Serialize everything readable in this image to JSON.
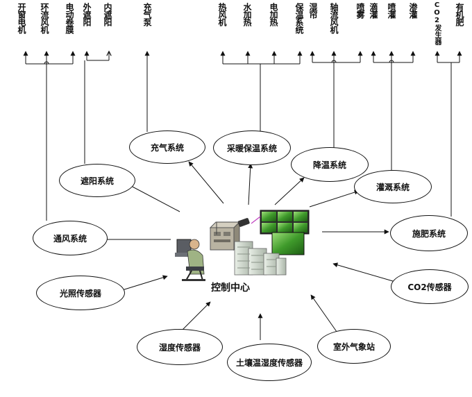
{
  "actuators": [
    {
      "id": "a1",
      "label": "开窗电机"
    },
    {
      "id": "a2",
      "label": "环流风机"
    },
    {
      "id": "a3",
      "label": "电动卷膜"
    },
    {
      "id": "a4",
      "label": "外遮阳"
    },
    {
      "id": "a5",
      "label": "内遮阳"
    },
    {
      "id": "a6",
      "label": "充气泵"
    },
    {
      "id": "a7",
      "label": "热风机"
    },
    {
      "id": "a8",
      "label": "水加热"
    },
    {
      "id": "a9",
      "label": "电加热"
    },
    {
      "id": "a10",
      "label": "保温系统"
    },
    {
      "id": "a11",
      "label": "湿帘"
    },
    {
      "id": "a12",
      "label": "轴流风机"
    },
    {
      "id": "a13",
      "label": "喷雾"
    },
    {
      "id": "a14",
      "label": "滴灌"
    },
    {
      "id": "a15",
      "label": "喷灌"
    },
    {
      "id": "a16",
      "label": "渗灌"
    },
    {
      "id": "a17",
      "label": "CO2发生器"
    },
    {
      "id": "a18",
      "label": "有机肥"
    }
  ],
  "subsystems": [
    {
      "id": "inflation",
      "label": "充气系统"
    },
    {
      "id": "heating",
      "label": "采暖保温系统"
    },
    {
      "id": "shading",
      "label": "遮阳系统"
    },
    {
      "id": "cooling",
      "label": "降温系统"
    },
    {
      "id": "irrigation",
      "label": "灌溉系统"
    },
    {
      "id": "ventilation",
      "label": "通风系统"
    },
    {
      "id": "fertilizing",
      "label": "施肥系统"
    }
  ],
  "sensors": [
    {
      "id": "light",
      "label": "光照传感器"
    },
    {
      "id": "co2",
      "label": "CO2传感器"
    },
    {
      "id": "humidity",
      "label": "湿度传感器"
    },
    {
      "id": "soil",
      "label": "土壤温湿度传感器"
    },
    {
      "id": "weather",
      "label": "室外气象站"
    }
  ],
  "center": {
    "label": "控制中心"
  }
}
